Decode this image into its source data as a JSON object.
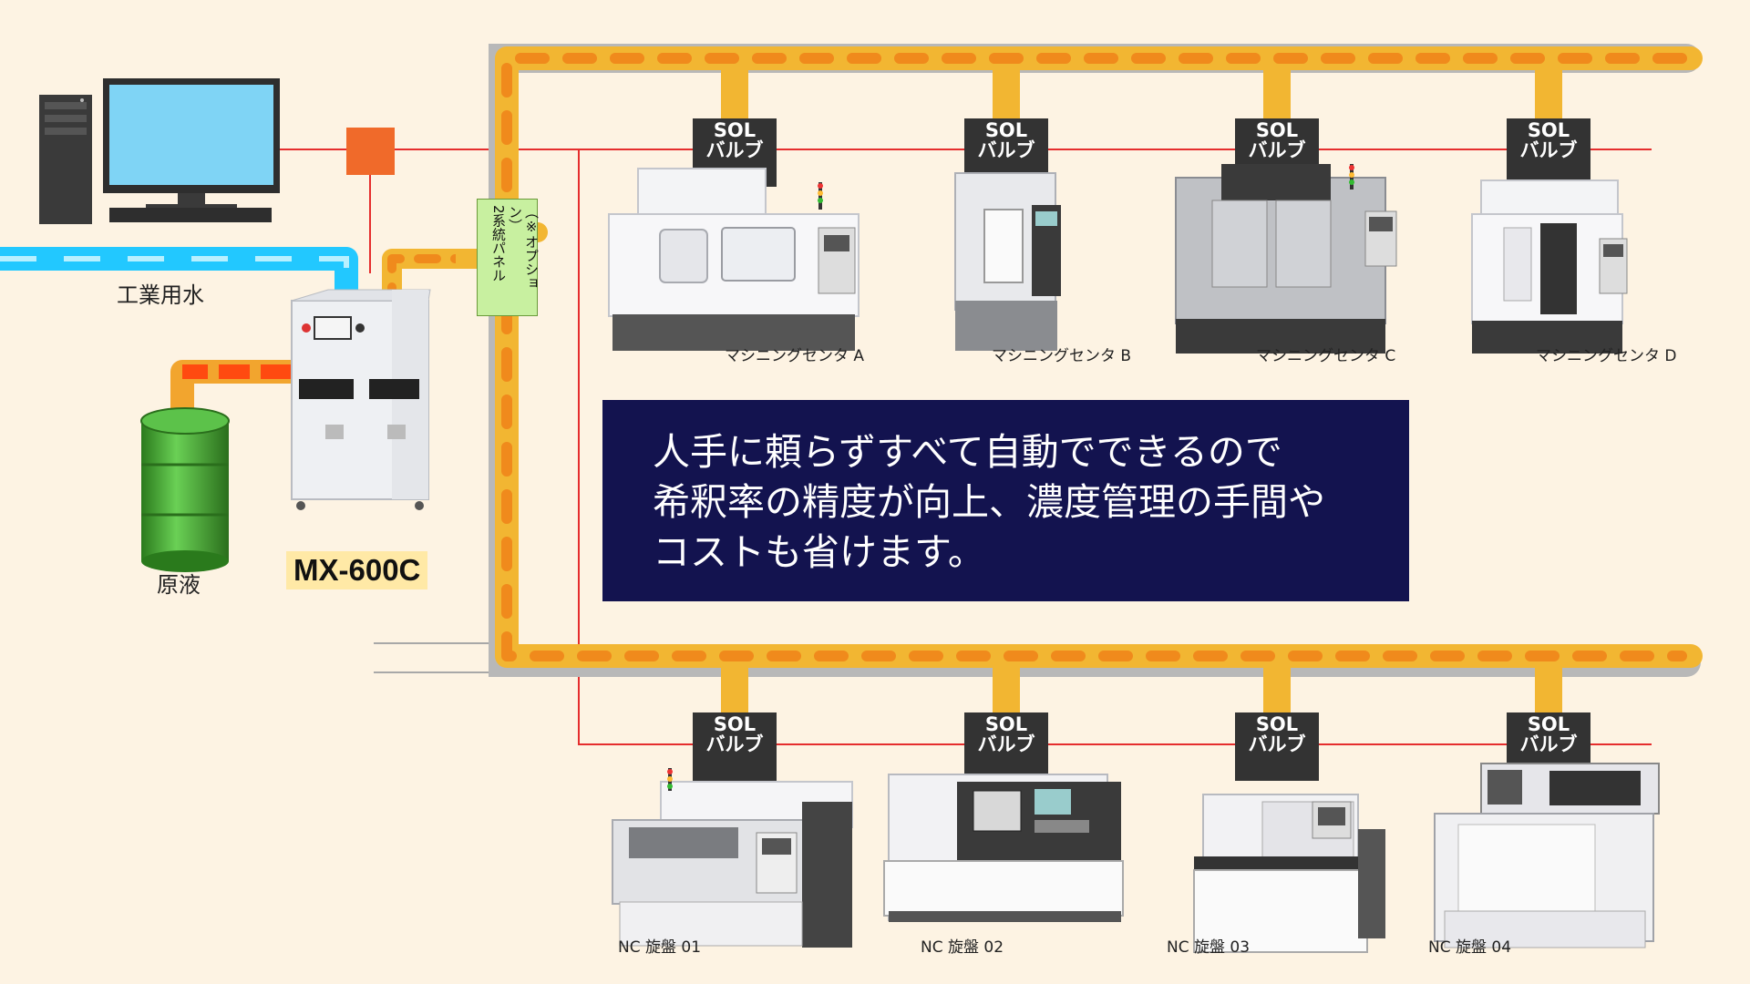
{
  "diagram": {
    "message_lines": [
      "人手に頼らずすべて自動でできるので",
      "希釈率の精度が向上、濃度管理の手間や",
      "コストも省けます。"
    ],
    "model_label": "MX-600C",
    "water_label": "工業用水",
    "stock_label": "原液",
    "option_panel_line1": "（※オプション）",
    "option_panel_line2": "2系統パネル",
    "valve_label_line1": "SOL",
    "valve_label_line2": "バルブ",
    "machining_centers": [
      "マシニングセンタ A",
      "マシニングセンタ B",
      "マシニングセンタ C",
      "マシニングセンタ D"
    ],
    "nc_lathes": [
      "NC 旋盤 01",
      "NC 旋盤 02",
      "NC 旋盤 03",
      "NC 旋盤 04"
    ]
  },
  "colors": {
    "background": "#fdf3e3",
    "pipe_outer": "#f2b632",
    "pipe_dash": "#f08a1c",
    "pipe_shadow": "#b0b0b0",
    "water": "#22c8ff",
    "stock": "#ff4a10",
    "signal": "#e52d2d",
    "valve": "#333333",
    "message_bg": "#13134f",
    "option_panel": "#c8f0a0",
    "model_label_bg": "#ffe9a6"
  },
  "icons": [
    "desktop-computer-icon",
    "controller-box-icon",
    "drum-icon",
    "dispenser-unit-icon",
    "machining-center-icon",
    "nc-lathe-icon",
    "sol-valve-icon"
  ]
}
